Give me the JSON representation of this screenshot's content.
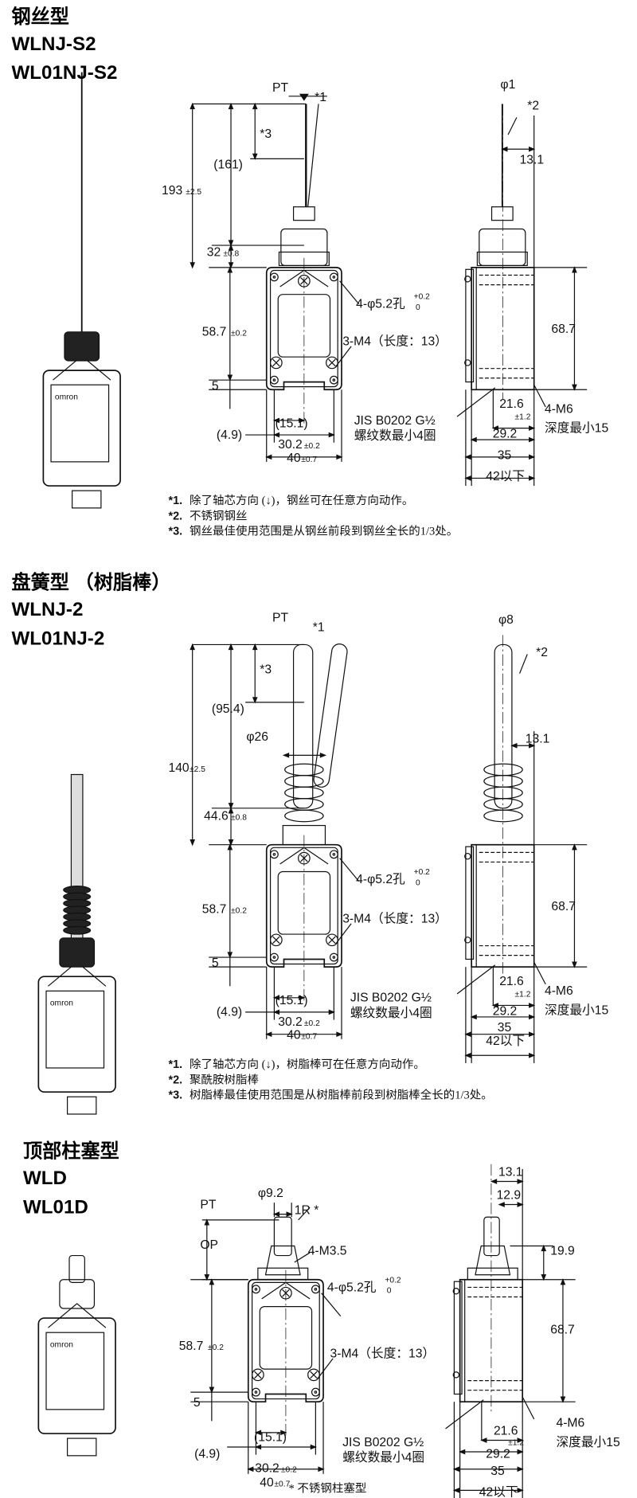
{
  "sections": [
    {
      "title": "钢丝型",
      "model1": "WLNJ-S2",
      "model2": "WL01NJ-S2",
      "front": {
        "pt": "PT",
        "star1": "*1",
        "star3": "*3",
        "d161": "(161)",
        "d193": "193",
        "d193_tol": "±2.5",
        "d32": "32",
        "d32_tol": "±0.8",
        "hole": "4-φ5.2孔",
        "hole_tol_up": "+0.2",
        "hole_tol_down": "0",
        "d587": "58.7",
        "d587_tol": "±0.2",
        "m4": "3-M4（长度：13）",
        "d5": "5",
        "d151": "(15.1)",
        "d49": "(4.9)",
        "d302": "30.2",
        "d302_tol": "±0.2",
        "d40": "40",
        "d40_tol": "±0.7",
        "jis": "JIS B0202 G½",
        "thread": "螺纹数最小4圈"
      },
      "side": {
        "phi": "φ1",
        "star2": "*2",
        "d131": "13.1",
        "d687": "68.7",
        "d216": "21.6",
        "tol12": "±1.2",
        "d292": "29.2",
        "m6": "4-M6",
        "depth": "深度最小15",
        "d35": "35",
        "d42": "42以下"
      },
      "notes": [
        {
          "mark": "*1.",
          "text": "除了轴芯方向 (↓)，钢丝可在任意方向动作。"
        },
        {
          "mark": "*2.",
          "text": "不锈钢钢丝"
        },
        {
          "mark": "*3.",
          "text": "钢丝最佳使用范围是从钢丝前段到钢丝全长的1/3处。"
        }
      ]
    },
    {
      "title": "盘簧型 （树脂棒）",
      "model1": "WLNJ-2",
      "model2": "WL01NJ-2",
      "front": {
        "pt": "PT",
        "star1": "*1",
        "star3": "*3",
        "d954": "(95.4)",
        "phi26": "φ26",
        "d140": "140",
        "d140_tol": "±2.5",
        "d446": "44.6",
        "d446_tol": "±0.8",
        "hole": "4-φ5.2孔",
        "hole_tol_up": "+0.2",
        "hole_tol_down": "0",
        "d587": "58.7",
        "d587_tol": "±0.2",
        "m4": "3-M4（长度：13）",
        "d5": "5",
        "d151": "(15.1)",
        "d49": "(4.9)",
        "d302": "30.2",
        "d302_tol": "±0.2",
        "d40": "40",
        "d40_tol": "±0.7",
        "jis": "JIS B0202 G½",
        "thread": "螺纹数最小4圈"
      },
      "side": {
        "phi": "φ8",
        "star2": "*2",
        "d131": "13.1",
        "d687": "68.7",
        "d216": "21.6",
        "tol12": "±1.2",
        "d292": "29.2",
        "m6": "4-M6",
        "depth": "深度最小15",
        "d35": "35",
        "d42": "42以下"
      },
      "notes": [
        {
          "mark": "*1.",
          "text": "除了轴芯方向 (↓)，树脂棒可在任意方向动作。"
        },
        {
          "mark": "*2.",
          "text": "聚酰胺树脂棒"
        },
        {
          "mark": "*3.",
          "text": "树脂棒最佳使用范围是从树脂棒前段到树脂棒全长的1/3处。"
        }
      ]
    },
    {
      "title": "顶部柱塞型",
      "model1": "WLD",
      "model2": "WL01D",
      "front": {
        "phi92": "φ9.2",
        "pt": "PT",
        "r1": "1R *",
        "op": "OP",
        "m35": "4-M3.5",
        "hole": "4-φ5.2孔",
        "hole_tol_up": "+0.2",
        "hole_tol_down": "0",
        "d587": "58.7",
        "d587_tol": "±0.2",
        "m4": "3-M4（长度：13）",
        "d5": "5",
        "d151": "(15.1)",
        "d49": "(4.9)",
        "d302": "30.2",
        "d302_tol": "±0.2",
        "d40": "40",
        "d40_tol": "±0.7",
        "jis": "JIS B0202 G½",
        "thread": "螺纹数最小4圈",
        "footnote": "* 不锈钢柱塞型"
      },
      "side": {
        "d131": "13.1",
        "d129": "12.9",
        "d199": "19.9",
        "d687": "68.7",
        "d216": "21.6",
        "tol12": "±1.2",
        "d292": "29.2",
        "m6": "4-M6",
        "depth": "深度最小15",
        "d35": "35",
        "d42": "42以下"
      }
    }
  ],
  "product_label": "omron"
}
